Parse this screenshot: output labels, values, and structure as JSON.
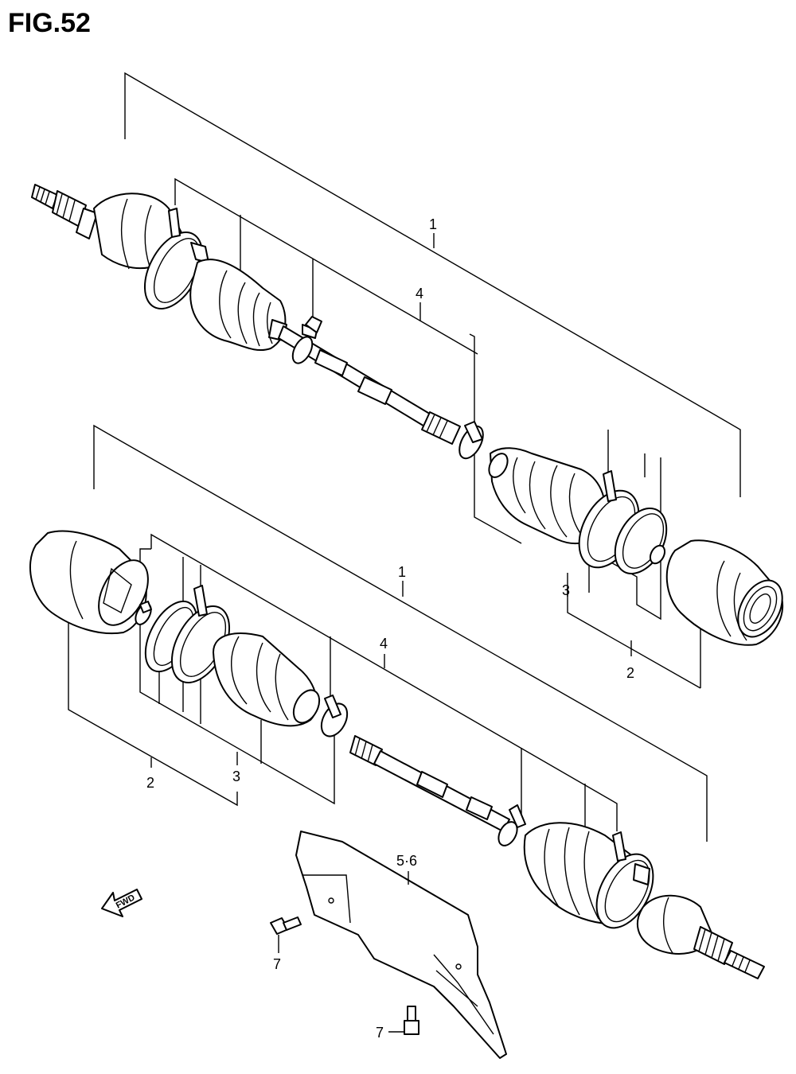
{
  "figure": {
    "title": "FIG.52"
  },
  "callouts": {
    "upper_assembly": "1",
    "upper_shaft": "4",
    "upper_boot_kit": "3",
    "upper_joint_set": "2",
    "lower_assembly": "1",
    "lower_shaft": "4",
    "lower_joint_set": "2",
    "lower_boot_kit": "3",
    "cover": "5·6",
    "bolt_upper": "7",
    "bolt_lower": "7"
  },
  "direction_marker": {
    "text": "FWD",
    "icon": "fwd-arrow-icon"
  }
}
